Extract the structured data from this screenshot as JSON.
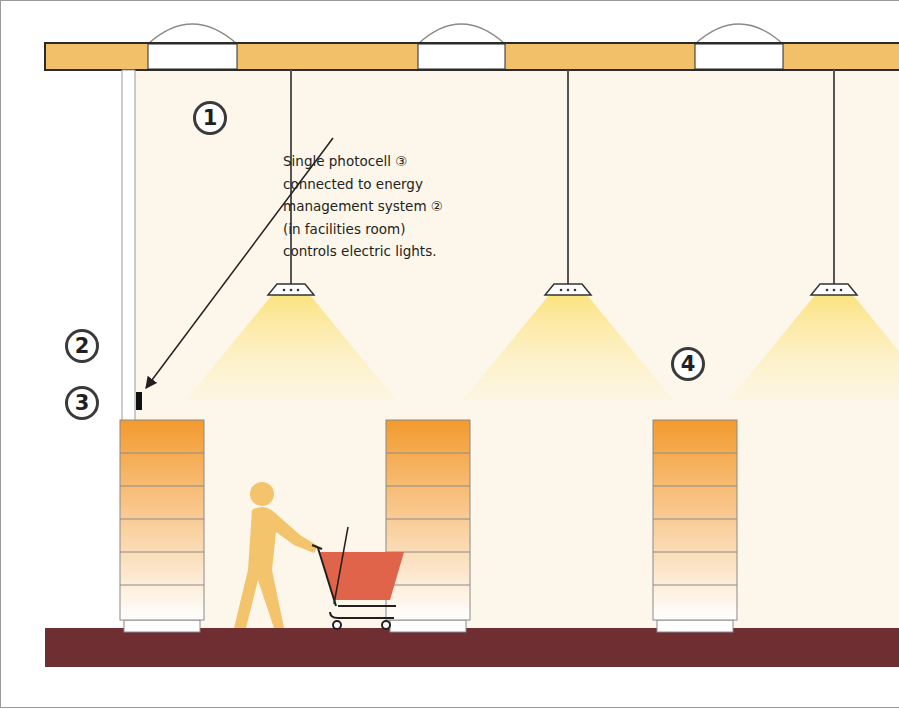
{
  "diagram": {
    "labels": [
      "1",
      "2",
      "3",
      "4",
      "Single photocell ③ connected to energy management system ② (in facilities room) controls electric lights."
    ]
  }
}
